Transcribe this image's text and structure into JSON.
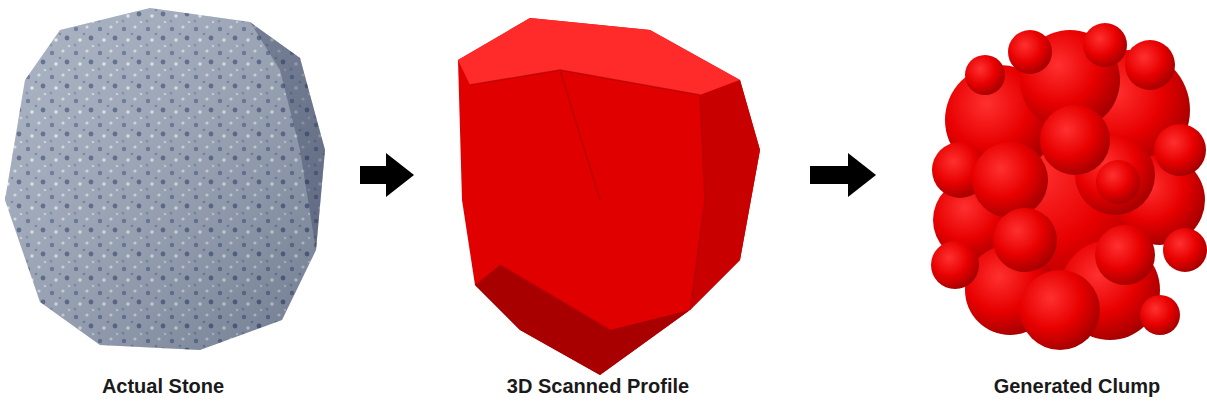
{
  "diagram": {
    "nodes": [
      {
        "text": [
          "Actual Stone"
        ]
      },
      {
        "text": [
          "3D Scanned Profile"
        ]
      },
      {
        "text": [
          "Generated Clump"
        ]
      }
    ],
    "edges": [
      {
        "from": 0,
        "to": 1,
        "arrow": "to"
      },
      {
        "from": 1,
        "to": 2,
        "arrow": "to"
      }
    ]
  }
}
